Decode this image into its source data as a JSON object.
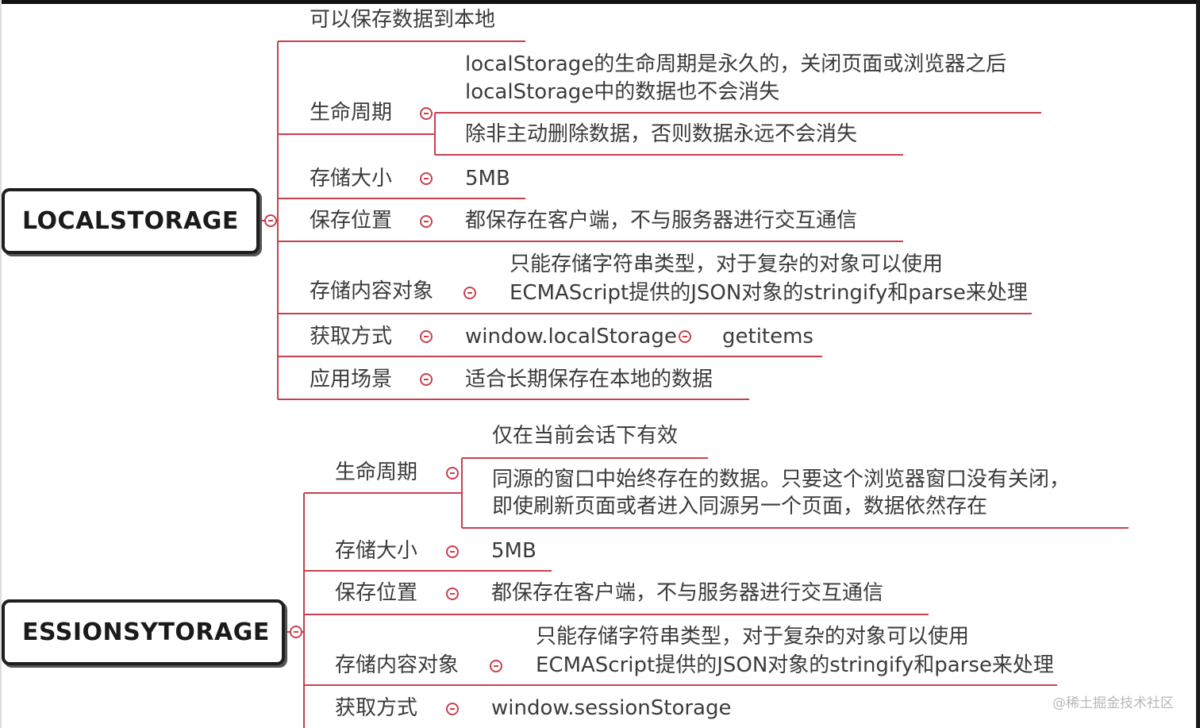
{
  "localstorage": {
    "title": "LOCALSTORAGE",
    "save_local": "可以保存数据到本地",
    "lifecycle": {
      "label": "生命周期",
      "detail_1": "localStorage的生命周期是永久的，关闭页面或浏览器之后",
      "detail_2": "localStorage中的数据也不会消失",
      "detail_3": "除非主动删除数据，否则数据永远不会消失"
    },
    "size": {
      "label": "存储大小",
      "value": "5MB"
    },
    "location": {
      "label": "保存位置",
      "value": "都保存在客户端，不与服务器进行交互通信"
    },
    "content": {
      "label": "存储内容对象",
      "line_1": "只能存储字符串类型，对于复杂的对象可以使用",
      "line_2": "ECMAScript提供的JSON对象的stringify和parse来处理"
    },
    "access": {
      "label": "获取方式",
      "value": "window.localStorage",
      "method": "getitems"
    },
    "scenario": {
      "label": "应用场景",
      "value": "适合长期保存在本地的数据"
    }
  },
  "sessionstorage": {
    "title": "ESSIONSYTORAGE",
    "lifecycle": {
      "label": "生命周期",
      "detail_1": "仅在当前会话下有效",
      "detail_2": "同源的窗口中始终存在的数据。只要这个浏览器窗口没有关闭，",
      "detail_3": "即使刷新页面或者进入同源另一个页面，数据依然存在"
    },
    "size": {
      "label": "存储大小",
      "value": "5MB"
    },
    "location": {
      "label": "保存位置",
      "value": "都保存在客户端，不与服务器进行交互通信"
    },
    "content": {
      "label": "存储内容对象",
      "line_1": "只能存储字符串类型，对于复杂的对象可以使用",
      "line_2": "ECMAScript提供的JSON对象的stringify和parse来处理"
    },
    "access": {
      "label": "获取方式",
      "value": "window.sessionStorage"
    }
  },
  "watermark": "@稀土掘金技术社区",
  "colors": {
    "connector": "#c8404f",
    "text": "#3b3b3b",
    "root_border": "#1e1e1e"
  }
}
